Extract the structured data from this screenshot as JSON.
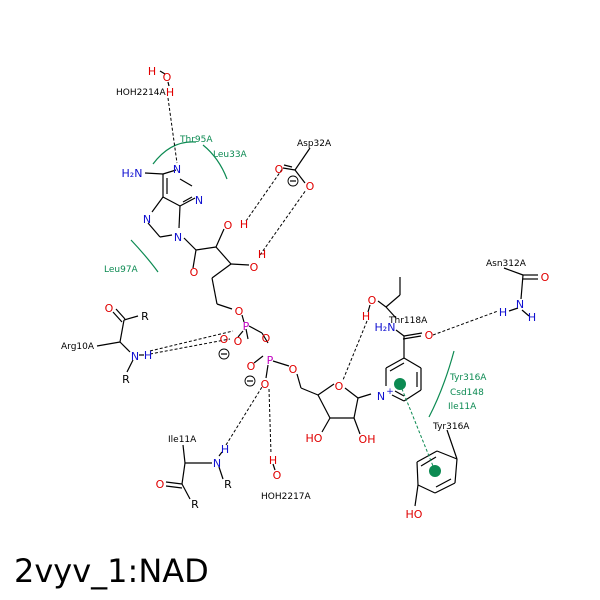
{
  "title": "2vyv_1:NAD",
  "colors": {
    "carbon": "#000000",
    "oxygen": "#e00000",
    "nitrogen": "#1010d0",
    "phosphorus": "#c000c0",
    "hydrophobic": "#0c8a52",
    "background": "#ffffff"
  },
  "atoms": {
    "water_oh": "O",
    "water_h_top": "H",
    "water_h_mid": "H",
    "h2n_adenine": "H₂N",
    "n_adenine_1": "N",
    "n_adenine_3": "N",
    "n_adenine_7": "N",
    "n_adenine_9": "N",
    "o_ribose1_2": "O",
    "h_ribose1_2": "H",
    "o_ribose1_3": "O",
    "h_ribose1_3": "H",
    "o_ribose1_ring": "O",
    "o_5prime": "O",
    "p1": "P",
    "o_p1_bottom": "O",
    "o_p1_left": "O",
    "o_bridge": "O",
    "p2": "P",
    "o_p2_left": "O",
    "o_p2_down": "O",
    "o_p2_right": "O",
    "o_ribose2_ring": "O",
    "ho_ribose2_2": "HO",
    "oh_ribose2_3": "OH",
    "n_pyridinium": "N",
    "n_plus": "+",
    "h2n_amide": "H₂N",
    "o_amide": "O",
    "o_asp_1": "O",
    "o_asp_2": "O",
    "o_thr118": "O",
    "h_thr118": "H",
    "o_asn312": "O",
    "n_asn312": "N",
    "h_asn312_1": "H",
    "h_asn312_2": "H",
    "o_arg10": "O",
    "r_arg10_1": "R",
    "n_arg10": "N",
    "h_arg10": "H",
    "r_arg10_2": "R",
    "n_ile11": "N",
    "h_ile11": "H",
    "r_ile11_1": "R",
    "o_ile11": "O",
    "r_ile11_2": "R",
    "h_water2217": "H",
    "o_water2217": "O",
    "ho_tyr316": "HO"
  },
  "residues": {
    "water_2214": "HOH2214A",
    "thr95": "Thr95A",
    "leu33": "Leu33A",
    "asp32": "Asp32A",
    "leu97": "Leu97A",
    "asn312": "Asn312A",
    "thr118": "Thr118A",
    "arg10": "Arg10A",
    "tyr316_hyd": "Tyr316A",
    "csd148": "Csd148",
    "ile11_hyd": "Ile11A",
    "tyr316": "Tyr316A",
    "ile11": "Ile11A",
    "water_2217": "HOH2217A"
  }
}
